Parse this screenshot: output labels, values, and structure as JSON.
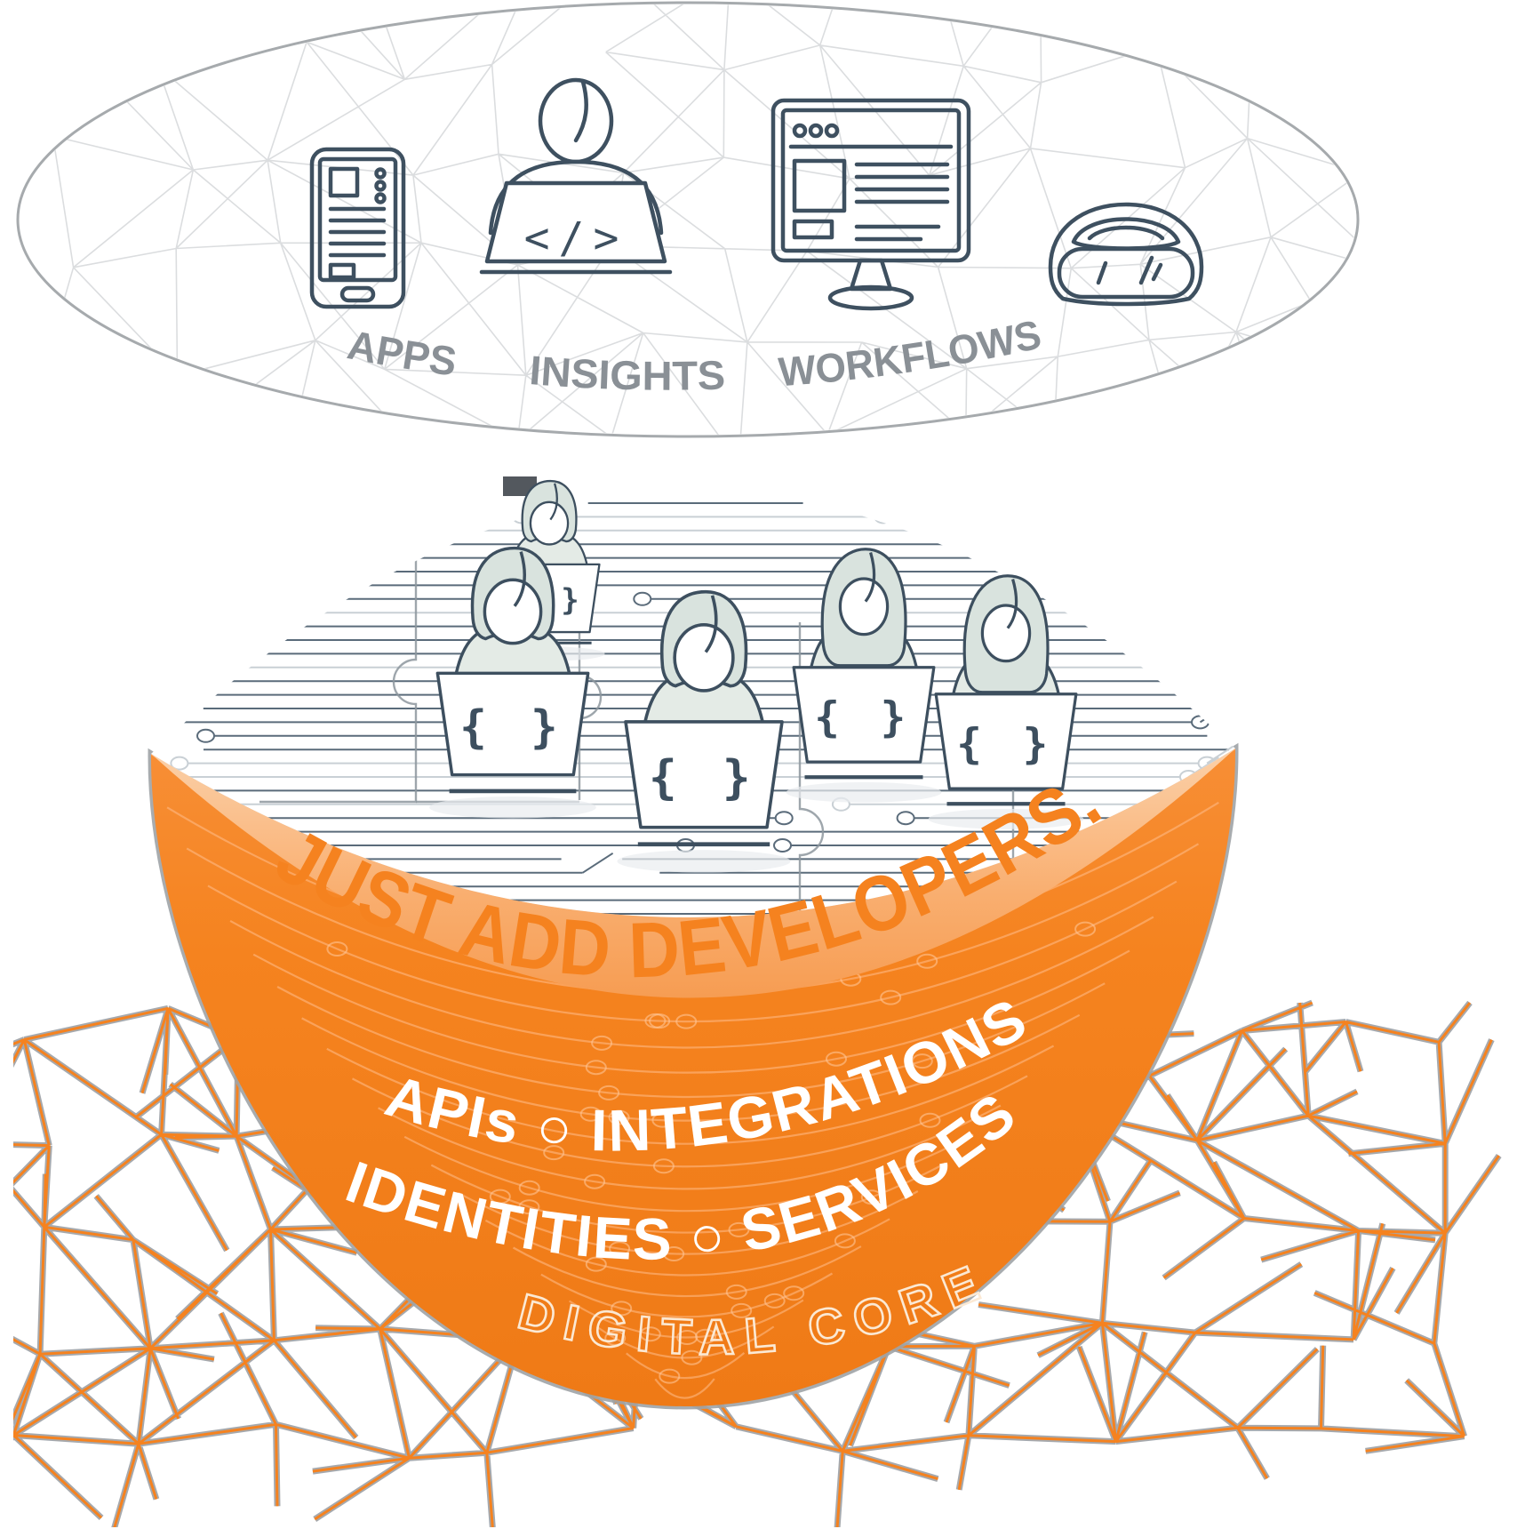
{
  "illustration": {
    "top_platform": {
      "labels": [
        "APPS",
        "INSIGHTS",
        "WORKFLOWS"
      ]
    },
    "headline": "JUST ADD DEVELOPERS.",
    "digital_core": {
      "line1": "APIs ○ INTEGRATIONS",
      "line2": "IDENTITIES ○ SERVICES",
      "label": "DIGITAL CORE"
    },
    "developer_laptop_code": "{ }",
    "coder_icon_code": "</>",
    "colors": {
      "accent_orange": "#F5821F",
      "outline_slate": "#3E5060",
      "label_gray": "#8A9096",
      "hair_sage": "#D9E3DE",
      "core_outline_cream": "#FBE9D4"
    }
  }
}
